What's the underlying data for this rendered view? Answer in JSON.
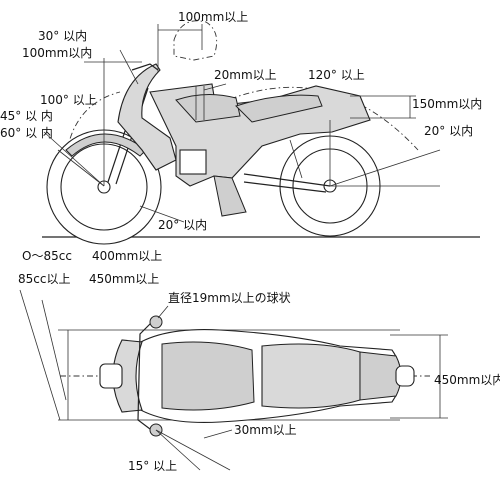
{
  "side_view": {
    "labels": {
      "top_100mm": "100mm以上",
      "angle_30": "30° 以内",
      "left_100mm": "100mm以内",
      "seat_20mm": "20mm以上",
      "angle_120": "120° 以上",
      "angle_100": "100° 以上",
      "right_150mm": "150mm以内",
      "angle_45": "45° 以 内",
      "angle_60": "60° 以 内",
      "angle_20_rear": "20° 以内",
      "angle_20_bottom": "20° 以内"
    }
  },
  "top_view": {
    "labels": {
      "range_0_85cc": "O～85cc",
      "range_85cc_up": "85cc以上",
      "width_400": "400mm以上",
      "width_450": "450mm以上",
      "ball_end": "直径19mm以上の球状",
      "right_450": "450mm以内",
      "gap_30mm": "30mm以上",
      "angle_15": "15° 以上"
    }
  }
}
